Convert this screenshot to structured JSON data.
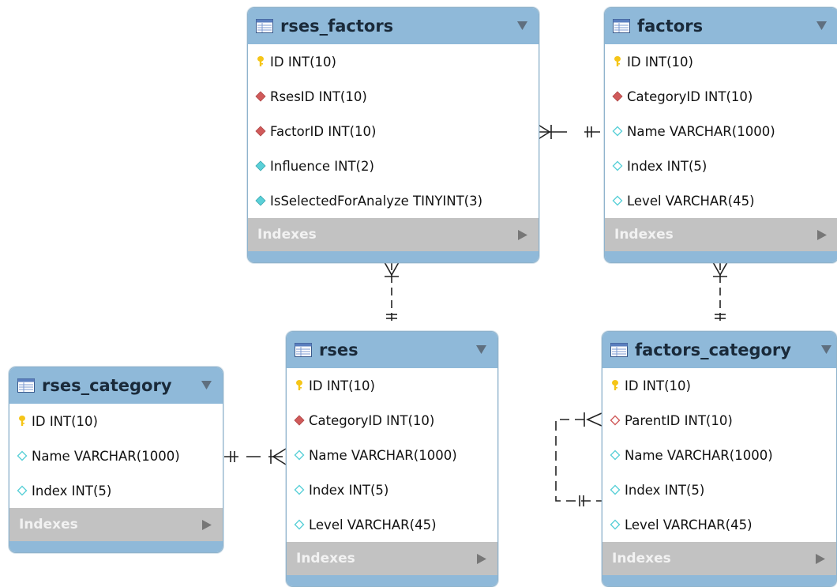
{
  "tables": {
    "rses_factors": {
      "title": "rses_factors",
      "columns": [
        {
          "kind": "pk",
          "text": "ID INT(10)"
        },
        {
          "kind": "fk",
          "text": "RsesID INT(10)"
        },
        {
          "kind": "fk",
          "text": "FactorID INT(10)"
        },
        {
          "kind": "field",
          "text": "Influence INT(2)"
        },
        {
          "kind": "field",
          "text": "IsSelectedForAnalyze TINYINT(3)"
        }
      ],
      "indexes_label": "Indexes"
    },
    "factors": {
      "title": "factors",
      "columns": [
        {
          "kind": "pk",
          "text": "ID INT(10)"
        },
        {
          "kind": "fk",
          "text": "CategoryID INT(10)"
        },
        {
          "kind": "field-empty",
          "text": "Name VARCHAR(1000)"
        },
        {
          "kind": "field-empty",
          "text": "Index INT(5)"
        },
        {
          "kind": "field-empty",
          "text": "Level VARCHAR(45)"
        }
      ],
      "indexes_label": "Indexes"
    },
    "rses": {
      "title": "rses",
      "columns": [
        {
          "kind": "pk",
          "text": "ID INT(10)"
        },
        {
          "kind": "fk",
          "text": "CategoryID INT(10)"
        },
        {
          "kind": "field-empty",
          "text": "Name VARCHAR(1000)"
        },
        {
          "kind": "field-empty",
          "text": "Index INT(5)"
        },
        {
          "kind": "field-empty",
          "text": "Level VARCHAR(45)"
        }
      ],
      "indexes_label": "Indexes"
    },
    "rses_category": {
      "title": "rses_category",
      "columns": [
        {
          "kind": "pk",
          "text": "ID INT(10)"
        },
        {
          "kind": "field-empty",
          "text": "Name VARCHAR(1000)"
        },
        {
          "kind": "field-empty",
          "text": "Index INT(5)"
        }
      ],
      "indexes_label": "Indexes"
    },
    "factors_category": {
      "title": "factors_category",
      "columns": [
        {
          "kind": "pk",
          "text": "ID INT(10)"
        },
        {
          "kind": "fk-empty",
          "text": "ParentID INT(10)"
        },
        {
          "kind": "field-empty",
          "text": "Name VARCHAR(1000)"
        },
        {
          "kind": "field-empty",
          "text": "Index INT(5)"
        },
        {
          "kind": "field-empty",
          "text": "Level VARCHAR(45)"
        }
      ],
      "indexes_label": "Indexes"
    }
  },
  "relationships": [
    {
      "from": "rses_factors",
      "to": "factors",
      "from_end": "many",
      "to_end": "one",
      "identifying": true
    },
    {
      "from": "rses_factors",
      "to": "rses",
      "from_end": "many",
      "to_end": "one",
      "identifying": false
    },
    {
      "from": "factors",
      "to": "factors_category",
      "from_end": "many",
      "to_end": "one",
      "identifying": false
    },
    {
      "from": "rses",
      "to": "rses_category",
      "from_end": "many",
      "to_end": "one",
      "identifying": true
    },
    {
      "from": "factors_category",
      "to": "factors_category",
      "from_end": "many",
      "to_end": "one",
      "identifying": false
    }
  ],
  "icons": {
    "table": "table-icon",
    "collapse": "collapse-triangle-icon",
    "pk": "key-icon",
    "fk": "red-diamond-icon",
    "fk-empty": "red-outline-diamond-icon",
    "field": "cyan-diamond-icon",
    "field-empty": "cyan-outline-diamond-icon",
    "indexes": "expand-arrow-icon"
  },
  "colors": {
    "header": "#8fb9d9",
    "indexes_bar": "#c2c2c2",
    "key": "#f5c518",
    "fk": "#d05a5a",
    "field": "#5ad0d8"
  }
}
